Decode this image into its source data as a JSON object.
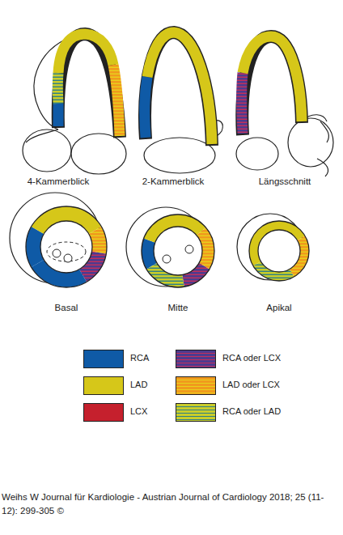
{
  "diagram": {
    "caption": "Weihs W Journal für Kardiologie - Austrian Journal of Cardiology 2018; 25 (11-12): 299-305 ©",
    "labels": [
      "4-Kammerblick",
      "2-Kammerblick",
      "Längsschnitt",
      "Basal",
      "Mitte",
      "Apikal"
    ],
    "legend": [
      {
        "text": "RCA",
        "color": "#0f5aa6"
      },
      {
        "text": "LAD",
        "color": "#d6c719"
      },
      {
        "text": "LCX",
        "color": "#c5202d"
      },
      {
        "text": "RCA oder LCX",
        "color": "#4d3b8f"
      },
      {
        "text": "LAD oder LCX",
        "color": "#f09a1d"
      },
      {
        "text": "RCA oder LAD",
        "color": "#c9cd2a"
      }
    ]
  }
}
